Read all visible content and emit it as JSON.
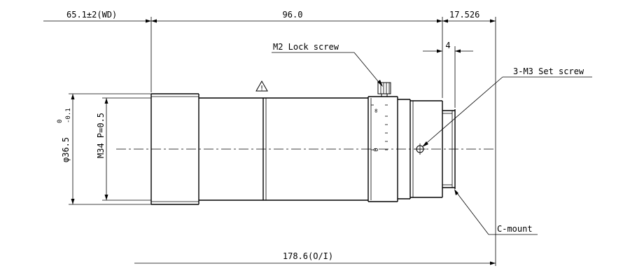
{
  "dimensions": {
    "wd": "65.1±2(WD)",
    "length": "96.0",
    "flange": "17.526",
    "mount_depth": "4",
    "diameter_prefix": "φ36.5",
    "diameter_upper_tol": "0",
    "diameter_lower_tol": "-0.1",
    "thread": "M34 P=0.5",
    "total": "178.6(O/I)"
  },
  "callouts": {
    "lock_screw": "M2 Lock screw",
    "set_screw": "3-M3 Set screw",
    "mount": "C-mount"
  },
  "warning_symbol": "!",
  "focus_scale": {
    "mark_top": "∞",
    "mark_bottom": "0"
  }
}
